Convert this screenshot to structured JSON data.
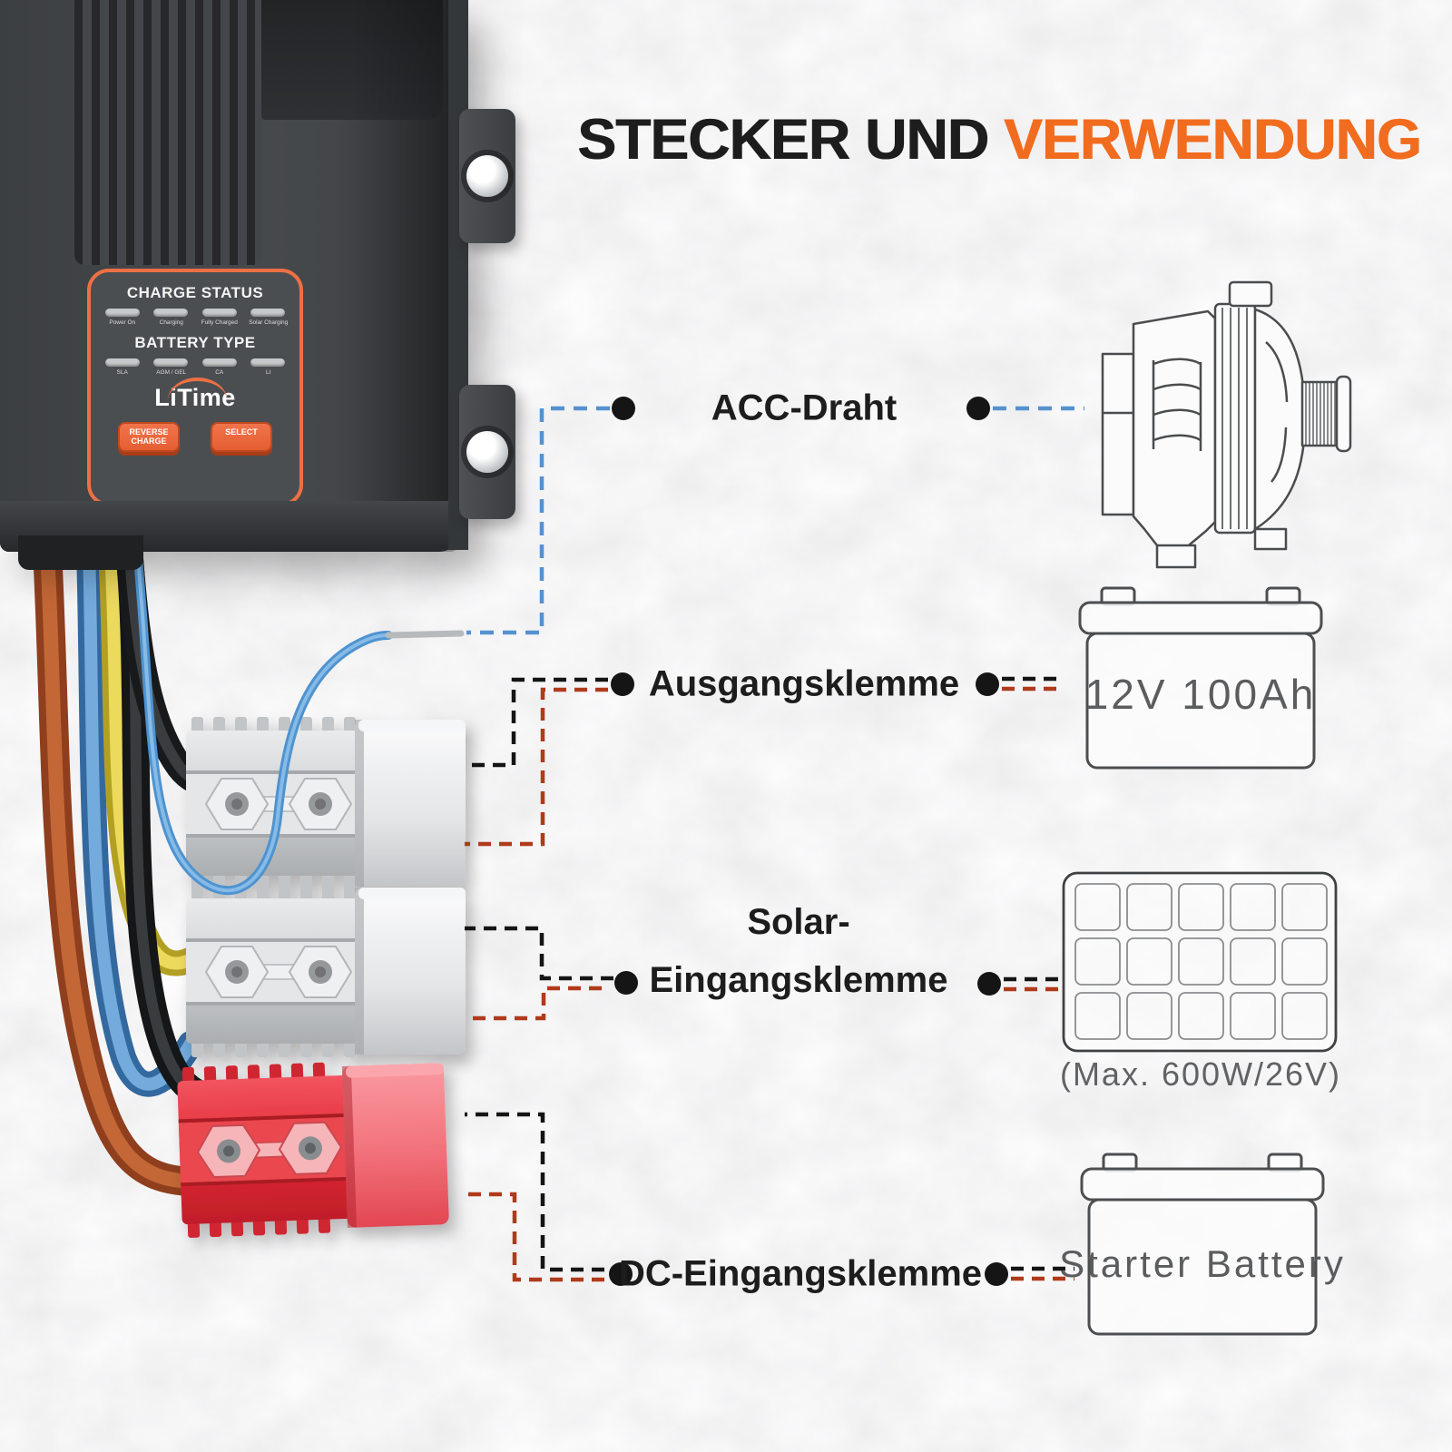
{
  "title": {
    "part1": "STECKER UND",
    "part2": "VERWENDUNG"
  },
  "charger": {
    "charge_status": {
      "heading": "CHARGE STATUS",
      "leds": [
        "Power On",
        "Charging",
        "Fully Charged",
        "Solar Charging"
      ]
    },
    "battery_type": {
      "heading": "BATTERY TYPE",
      "leds": [
        "SLA",
        "AGM / GEL",
        "CA",
        "LI"
      ]
    },
    "brand": "LiTime",
    "buttons": {
      "reverse_line1": "REVERSE",
      "reverse_line2": "CHARGE",
      "select": "SELECT"
    }
  },
  "annotations": {
    "acc": {
      "label": "ACC-Draht"
    },
    "output": {
      "label": "Ausgangsklemme"
    },
    "solar": {
      "line1": "Solar-",
      "line2": "Eingangsklemme"
    },
    "dc": {
      "label": "DC-Eingangsklemme"
    }
  },
  "targets": {
    "alternator": {
      "icon": "alternator-icon"
    },
    "output_battery": {
      "icon": "battery-icon",
      "label": "12V 100Ah"
    },
    "solar_panel": {
      "icon": "solar-panel-icon",
      "caption": "(Max. 600W/26V)"
    },
    "starter_battery": {
      "icon": "battery-icon",
      "label": "Starter Battery"
    }
  },
  "colors": {
    "accent_orange": "#f16c1f",
    "panel_orange": "#ed7044",
    "dash_blue": "#5591cf",
    "dash_black": "#141414",
    "dash_red": "#b03a1a",
    "wire_brown": "#b0522c",
    "wire_blue": "#5b9fd8",
    "wire_yellow": "#e3cf45",
    "wire_black": "#242527",
    "connector_gray": "#d7d9db",
    "connector_red": "#e5343f"
  }
}
